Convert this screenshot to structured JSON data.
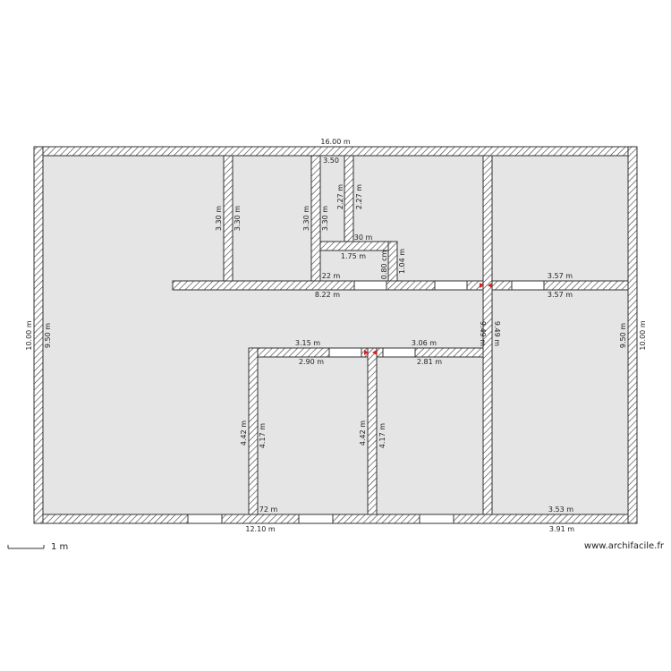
{
  "labels": {
    "top_total": "16.00 m",
    "left_outer": "10.00 m",
    "left_inner": "9.50 m",
    "right_outer": "10.00 m",
    "right_inner": "9.50 m",
    "w1_left": "3.30 m",
    "w1_right": "3.30 m",
    "w2_left": "3.30 m",
    "w2_right": "3.30 m",
    "niche_top": "3.50",
    "niche_left": "2.27 m",
    "niche_right": "2.27 m",
    "niche_bottom_partial": "30 m",
    "niche_inner": "1.75 m",
    "niche_side_left": "0.80 cm",
    "niche_side_right": "1.04 m",
    "mid_top_partial": "22 m",
    "mid_bottom": "8.22 m",
    "right_top": "3.57 m",
    "right_bottom": "3.57 m",
    "center_v_left": "9.49 m",
    "center_v_right": "9.49 m",
    "room_a_top": "3.15 m",
    "room_a_bottom": "2.90 m",
    "room_b_top": "3.06 m",
    "room_b_bottom": "2.81 m",
    "room_a_left_outer": "4.42 m",
    "room_a_left_inner": "4.17 m",
    "room_b_left_outer": "4.42 m",
    "room_b_left_inner": "4.17 m",
    "bottom_partial": "72 m",
    "bottom_left": "12.10 m",
    "bottom_right_inner": "3.53 m",
    "bottom_right_outer": "3.91 m"
  },
  "scale": {
    "label": "1 m"
  },
  "credit": "www.archifacile.fr",
  "colors": {
    "room_fill": "#e5e5e5",
    "wall_stroke": "#333333",
    "marker": "#d62020"
  }
}
